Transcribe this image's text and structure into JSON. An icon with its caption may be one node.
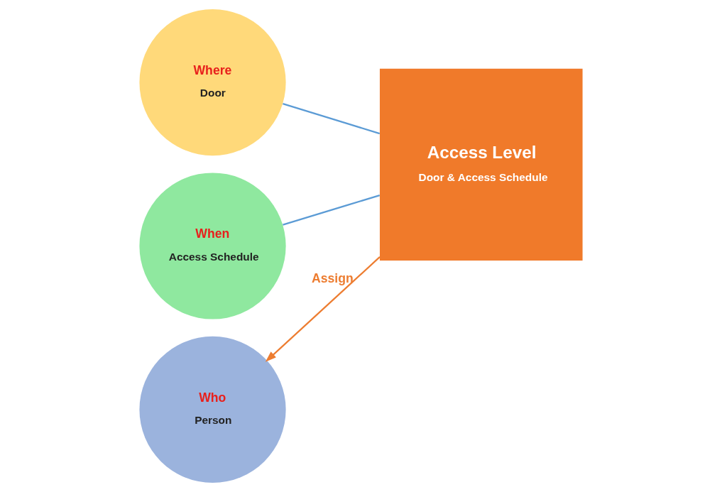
{
  "diagram": {
    "nodes": [
      {
        "text": [
          "Where",
          "Door"
        ]
      },
      {
        "text": [
          "Who",
          "Person"
        ]
      },
      {
        "text": [
          "When",
          "Access Schedule"
        ]
      },
      {
        "text": [
          "Access Level",
          "Door & Access Schedule"
        ]
      }
    ],
    "edges": [
      {
        "from": 0,
        "to": 3,
        "arrow": "none"
      },
      {
        "from": 2,
        "to": 3,
        "arrow": "none"
      },
      {
        "from": 3,
        "to": 1,
        "arrow": "to",
        "label": "Assign",
        "color": "#ed7d31"
      }
    ]
  }
}
